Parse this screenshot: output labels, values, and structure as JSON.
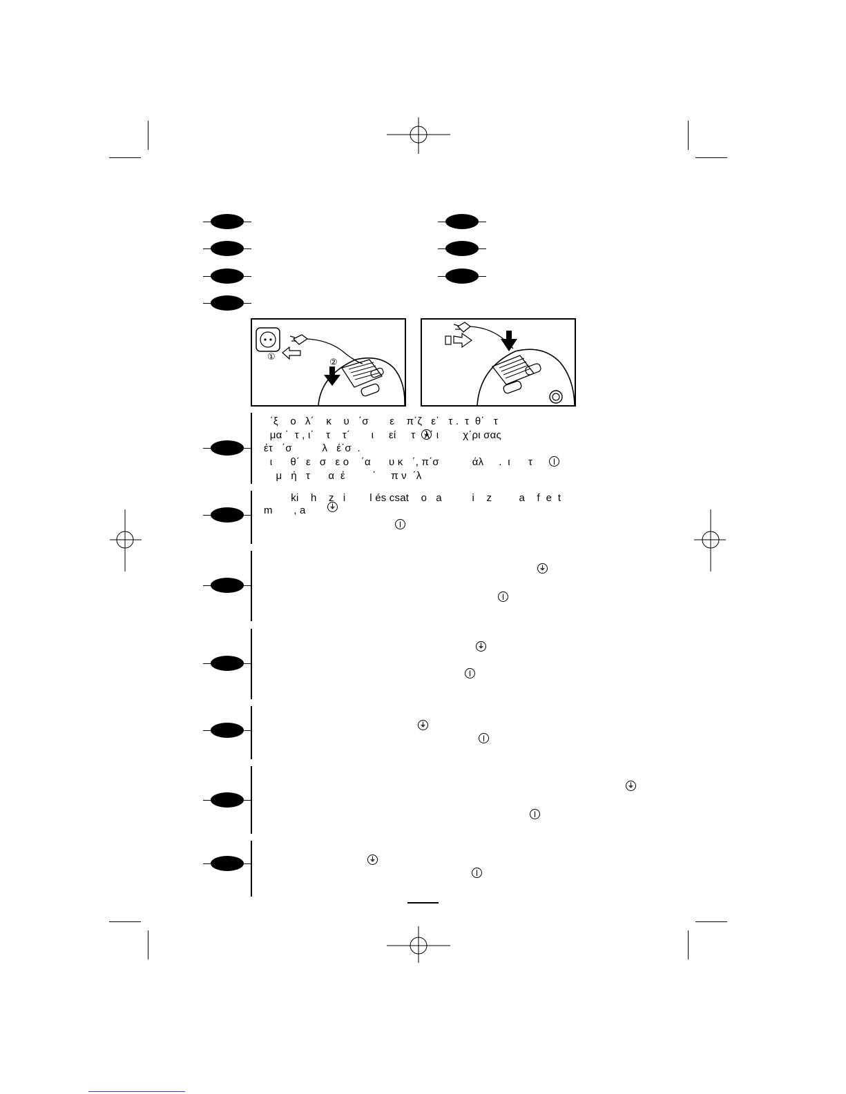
{
  "greek": {
    "line1": "  ΄ξ    ο   λ΄    κ    υ   ΄σ       ε    π΄ζ   ε΄   τ .  τ  θ΄   τ",
    "line2": "  μα ΄  τ , ι΄    τ    τ΄       ι     εί     τ   λ΄ ι        χ΄ρι σας",
    "line3": "έτ   ΄σ          λ   έ΄σ  .",
    "line4": "  ι      θ΄  ε   σ   ε ο    ΄α      υ κ   ΄, π΄σ           άλ     .  ι      τ",
    "line5": "    μ   ή   τ      α  έ         ΄     π ν  ΄λ"
  },
  "hungarian": {
    "line1": "         ki    h    z   i        l és csat    o   a          i    z         a    f  e  t",
    "line2": "m       , a"
  },
  "figures": {
    "left_step1": "①",
    "left_step2": "②"
  },
  "icons": {
    "plug": "plug-symbol-icon",
    "power": "power-symbol-icon"
  }
}
